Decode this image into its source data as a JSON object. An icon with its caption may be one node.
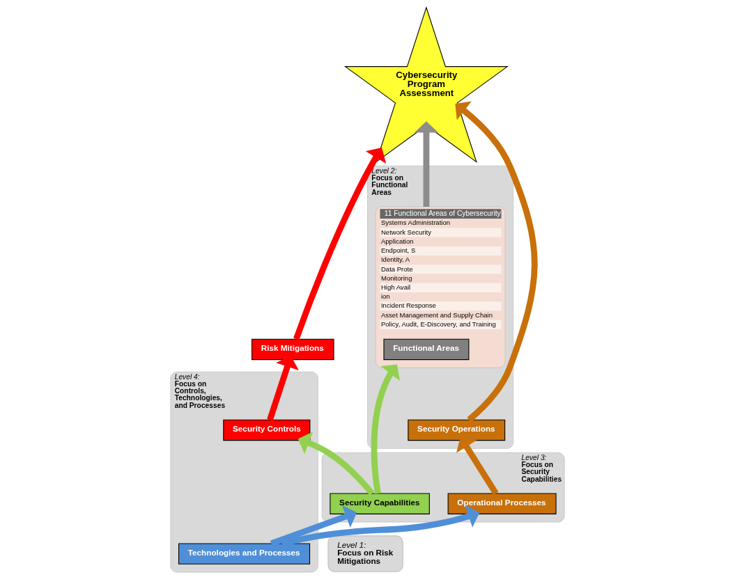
{
  "diagram": {
    "nodes": [
      {
        "text": [
          "Cybersecurity Program Assessment"
        ]
      },
      {
        "text": [
          "Level 1:",
          "Focus on Risk Mitigations"
        ]
      },
      {
        "text": [
          "Level 2:",
          "Focus on Functional Areas"
        ]
      },
      {
        "text": [
          "Risk Mitigations"
        ]
      },
      {
        "text": [
          "11 Functional Areas of Cybersecurity",
          "Systems Administration",
          "Network Security",
          "Application",
          "Endpoint, S",
          "Identity, A",
          "Data Prote",
          "Monitoring",
          "High Avail",
          "ion",
          "Incident Response",
          "Asset Management and Supply Chain",
          "Policy, Audit, E-Discovery, and Training"
        ],
        "in": 2
      },
      {
        "text": [
          "Functional Areas"
        ],
        "in": 4
      },
      {
        "text": [
          "Security Operations"
        ],
        "in": 2
      },
      {
        "text": [
          "Level 3:",
          "Focus on Security Capabilities"
        ]
      },
      {
        "text": [
          "Security Capabilities"
        ],
        "in": 7
      },
      {
        "text": [
          "Operational Processes"
        ],
        "in": 7
      },
      {
        "text": [
          "Level 4:",
          "Focus on Controls, Technologies, and Processes"
        ]
      },
      {
        "text": [
          "Security Controls"
        ],
        "in": 10
      },
      {
        "text": [
          "Technologies and Processes"
        ],
        "in": 10
      }
    ],
    "edges": [
      {
        "from": 3,
        "to": 0,
        "arrow": "to",
        "color": "#ff0000"
      },
      {
        "from": 4,
        "to": 0,
        "arrow": "to",
        "color": "#8c8c8c"
      },
      {
        "from": 6,
        "to": 0,
        "arrow": "to",
        "color": "#c8700a"
      },
      {
        "from": 8,
        "to": 4,
        "arrow": "to",
        "color": "#92d050"
      },
      {
        "from": 9,
        "to": 6,
        "arrow": "to",
        "color": "#c8700a"
      },
      {
        "from": 11,
        "to": 3,
        "arrow": "to",
        "color": "#ff0000"
      },
      {
        "from": 8,
        "to": 11,
        "arrow": "to",
        "color": "#92d050"
      },
      {
        "from": 12,
        "to": 8,
        "arrow": "to",
        "color": "#4f8fd8"
      },
      {
        "from": 12,
        "to": 9,
        "arrow": "to",
        "color": "#4f8fd8"
      }
    ]
  }
}
